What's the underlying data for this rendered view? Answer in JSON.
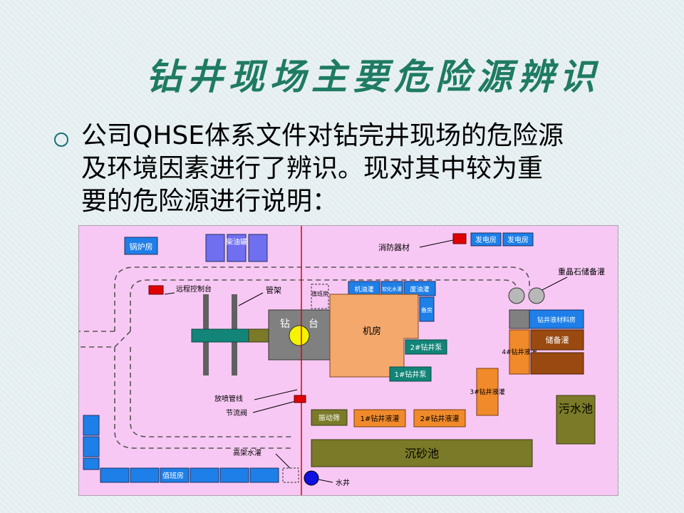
{
  "slide": {
    "title": "钻井现场主要危险源辨识",
    "body_lines": [
      "公司QHSE体系文件对钻完井现场的危险源",
      "及环境因素进行了辨识。现对其中较为重",
      "要的危险源进行说明："
    ]
  },
  "diagram": {
    "labels": {
      "boiler_room": "锅炉房",
      "diesel_tank": "柴油罐",
      "fire_equipment": "消防器材",
      "power_room_1": "发电房",
      "power_room_2": "发电房",
      "barite_tank": "重晶石储备灌",
      "remote_console": "远程控制台",
      "pipe_rack": "管架",
      "tool_room": "值班房",
      "engine_oil_tank": "机油灌",
      "soft_water_tank": "软化水灌",
      "waste_oil_tank": "废油灌",
      "standby_room": "备房",
      "rig_floor_left": "钻",
      "rig_floor_right": "台",
      "engine_room": "机房",
      "mud_pump_2": "2#钻井泵",
      "mud_pump_1": "1#钻井泵",
      "drilling_fluid_material_room": "钻井液材料房",
      "storage_tank": "储备灌",
      "drilling_fluid_tank_4": "4#钻井液灌",
      "drilling_fluid_tank_3": "3#钻井液灌",
      "blowout_line": "放喷管线",
      "choke_manifold": "节流阀",
      "shaker_house": "振动筛",
      "drilling_fluid_tank_1": "1#钻井液灌",
      "drilling_fluid_tank_2": "2#钻井液灌",
      "sewage_pool": "污水池",
      "elevated_water_tank": "高架水灌",
      "duty_room": "值班房",
      "sand_settling_pool": "沉砂池",
      "water_well": "水井"
    }
  },
  "colors": {
    "title": "#1f7b63",
    "site_background": "#f8c8f4",
    "blue_block": "#1e7fe8",
    "engine_room": "#f4a86c",
    "orange_block": "#f08a2a",
    "olive_block": "#7a7a28",
    "teal_block": "#128478",
    "red_marker": "#e00000"
  }
}
